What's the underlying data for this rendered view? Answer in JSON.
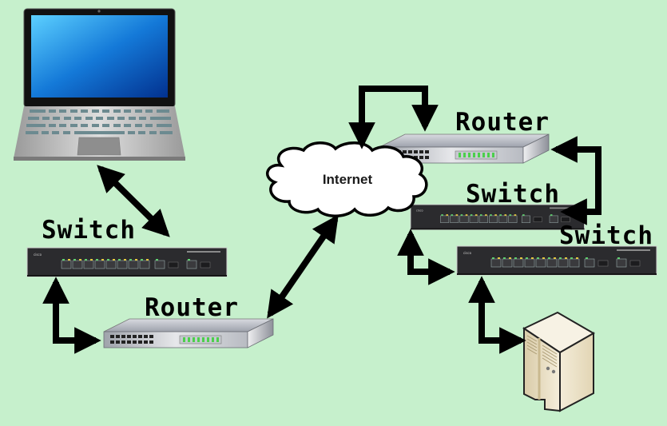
{
  "diagram": {
    "title": "Network topology",
    "nodes": [
      {
        "id": "laptop",
        "type": "laptop",
        "label": ""
      },
      {
        "id": "switch-left",
        "type": "switch",
        "label": "Switch"
      },
      {
        "id": "router-left",
        "type": "router",
        "label": "Router"
      },
      {
        "id": "internet",
        "type": "cloud",
        "label": "Internet"
      },
      {
        "id": "router-right",
        "type": "router",
        "label": "Router"
      },
      {
        "id": "switch-right-top",
        "type": "switch",
        "label": "Switch"
      },
      {
        "id": "switch-right-bottom",
        "type": "switch",
        "label": "Switch"
      },
      {
        "id": "server",
        "type": "server",
        "label": ""
      }
    ],
    "edges": [
      {
        "from": "laptop",
        "to": "switch-left",
        "style": "straight-bidirectional"
      },
      {
        "from": "switch-left",
        "to": "router-left",
        "style": "elbow-bidirectional"
      },
      {
        "from": "router-left",
        "to": "internet",
        "style": "straight-bidirectional"
      },
      {
        "from": "internet",
        "to": "router-right",
        "style": "loop-bidirectional"
      },
      {
        "from": "router-right",
        "to": "switch-right-top",
        "style": "bracket-bidirectional"
      },
      {
        "from": "switch-right-top",
        "to": "switch-right-bottom",
        "style": "elbow-bidirectional"
      },
      {
        "from": "switch-right-bottom",
        "to": "server",
        "style": "elbow-bidirectional"
      }
    ],
    "colors": {
      "background": "#c6f0cc",
      "arrow": "#000000",
      "switch_body": "#2a2a2c",
      "router_body": "#b9bcc4",
      "screen": "#0a64c8",
      "server_body": "#e8dcc0"
    }
  }
}
